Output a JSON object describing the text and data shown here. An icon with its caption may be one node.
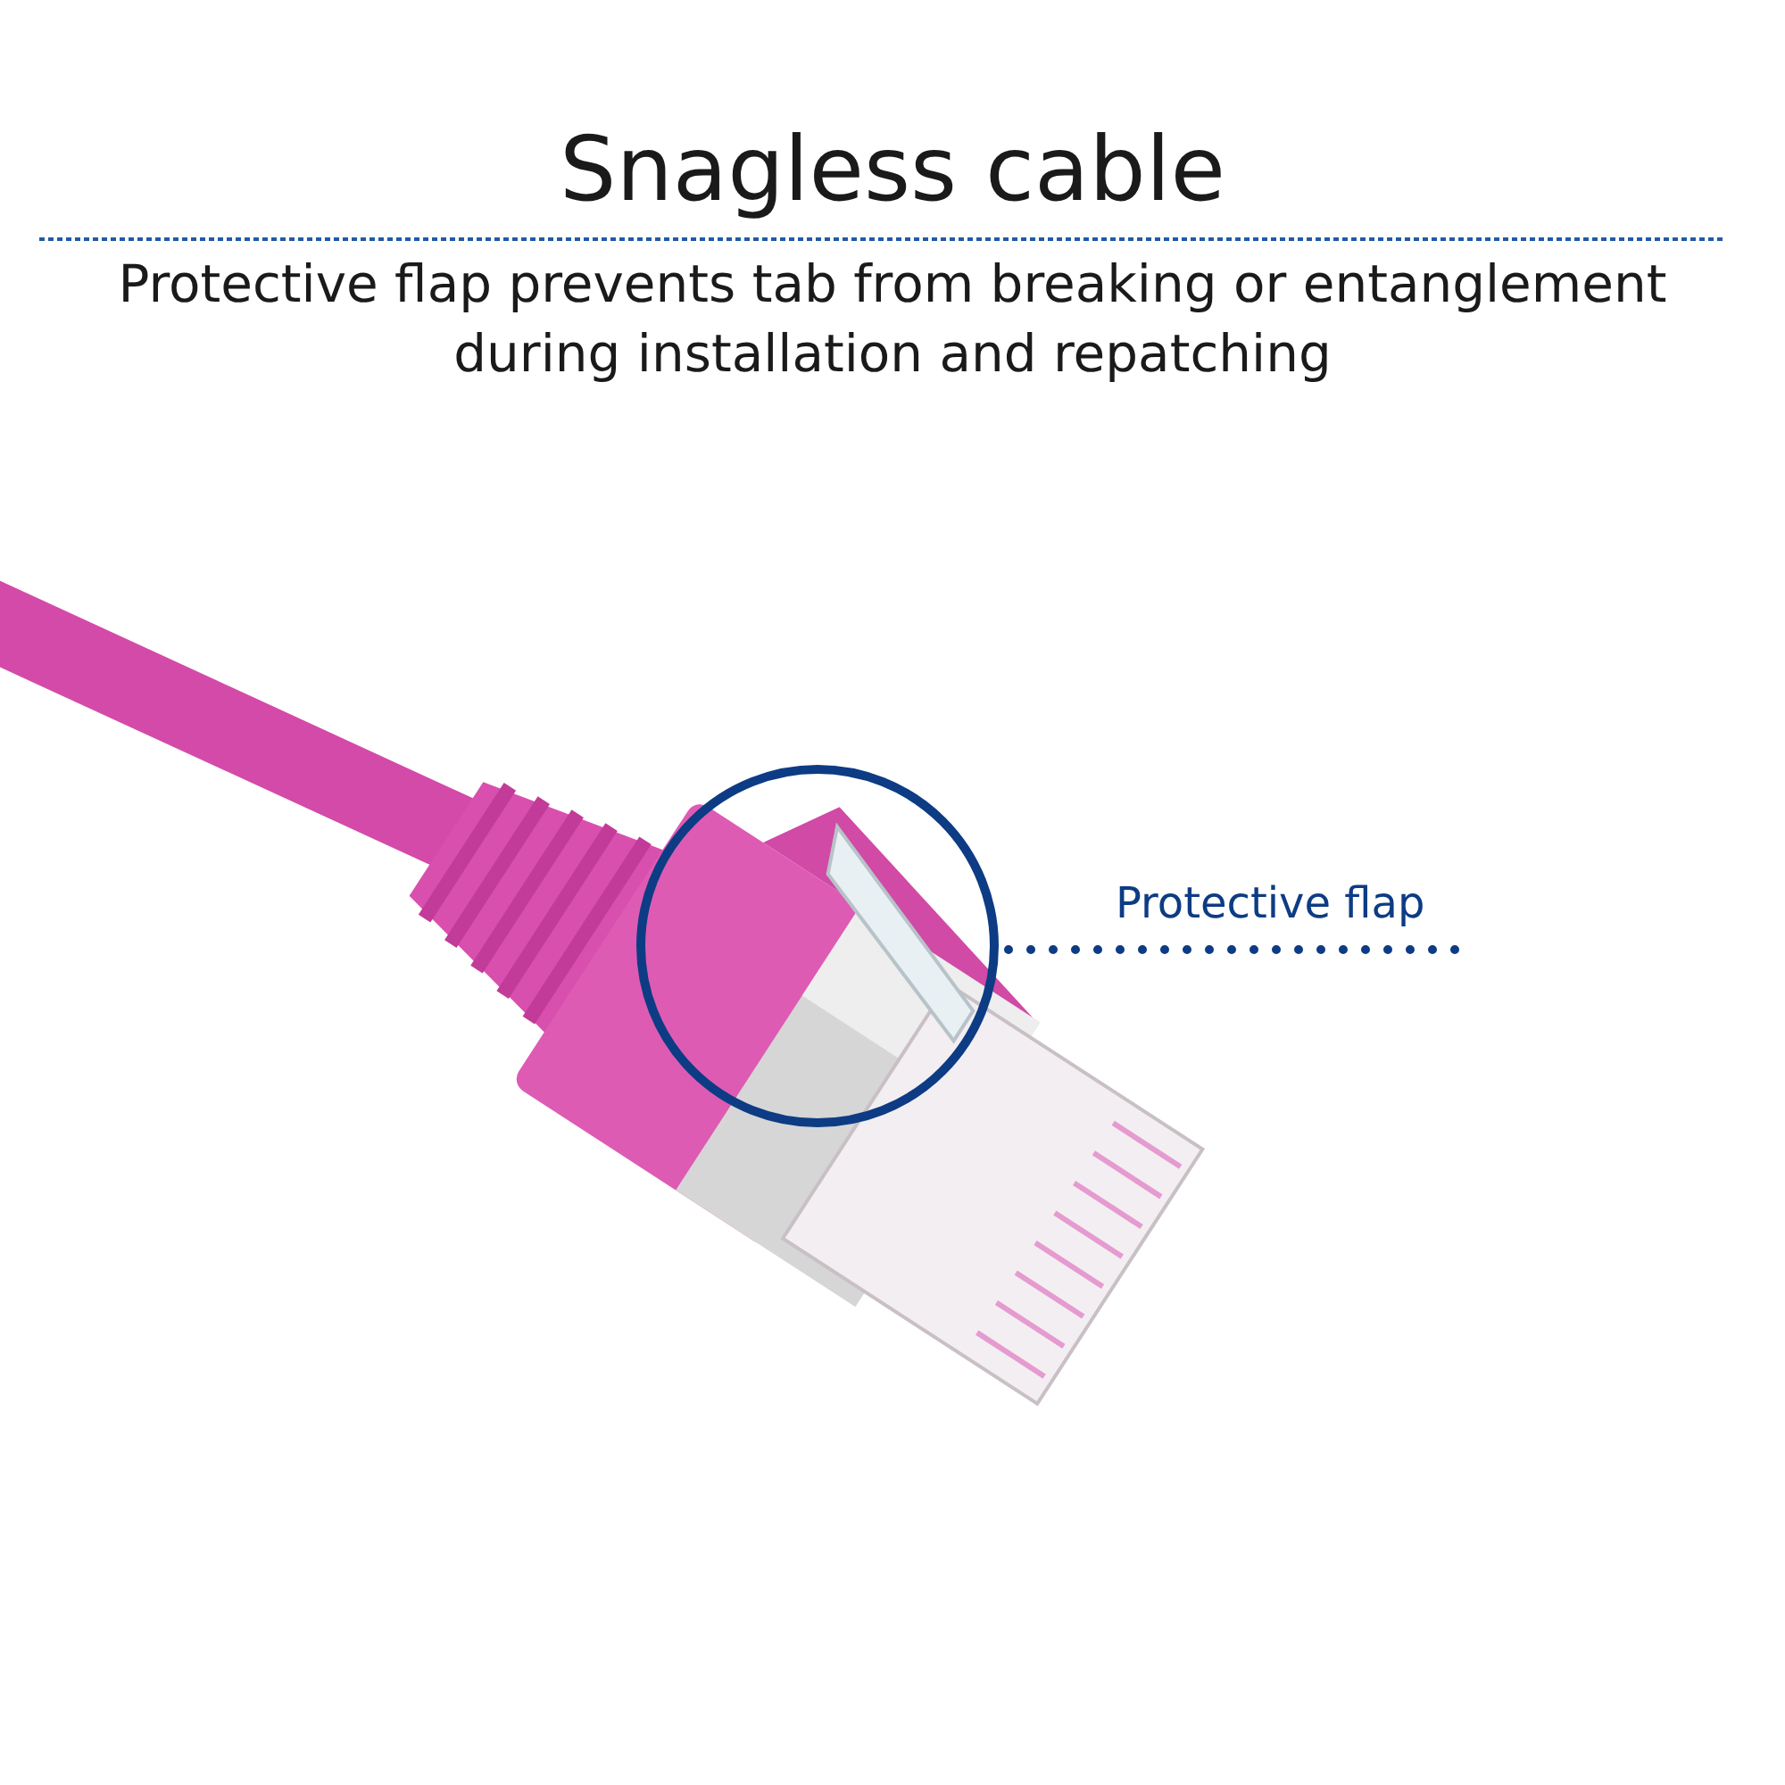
{
  "diagram": {
    "title": "Snagless cable",
    "nodes": [
      {
        "text": [
          "Protective flap"
        ]
      },
      {
        "text": [],
        "shape": "circle"
      }
    ],
    "edges": [
      {
        "from": 0,
        "to": 1,
        "arrow": "none",
        "style": "dashed"
      }
    ],
    "labels": [
      "Protective flap prevents tab from breaking or entanglement during installation and repatching"
    ]
  }
}
